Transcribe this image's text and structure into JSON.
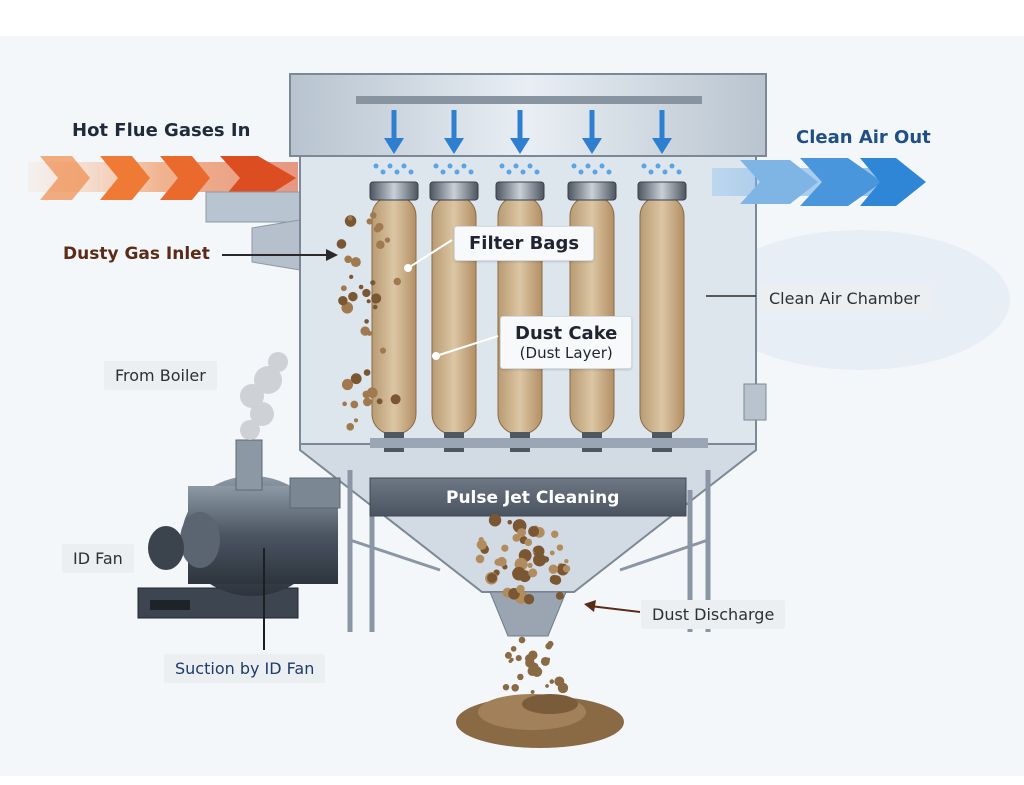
{
  "labels": {
    "hot_flue": "Hot Flue Gases In",
    "clean_air_out": "Clean Air Out",
    "dusty_gas_inlet": "Dusty Gas Inlet",
    "filter_bags": "Filter Bags",
    "dust_cake": "Dust Cake",
    "dust_layer": "(Dust Layer)",
    "clean_air_chamber": "Clean Air Chamber",
    "from_boiler": "From Boiler",
    "pulse_jet": "Pulse Jet Cleaning",
    "id_fan": "ID Fan",
    "dust_discharge": "Dust Discharge",
    "suction": "Suction by ID Fan"
  },
  "colors": {
    "hot_arrow": "#e8622a",
    "clean_arrow": "#2f86d6",
    "housing": "#c9d3dd",
    "dust": "#8a6a45",
    "pulse_band": "#5e6876"
  }
}
